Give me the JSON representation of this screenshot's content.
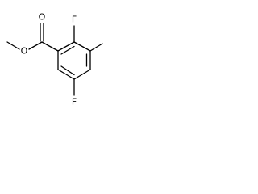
{
  "molecule": {
    "atoms": {
      "fluorine_top": "F",
      "fluorine_bottom": "F",
      "oxygen_carbonyl": "O",
      "oxygen_ester": "O"
    },
    "colors": {
      "bond": "#000000",
      "label": "#000000",
      "background": "#ffffff"
    }
  }
}
